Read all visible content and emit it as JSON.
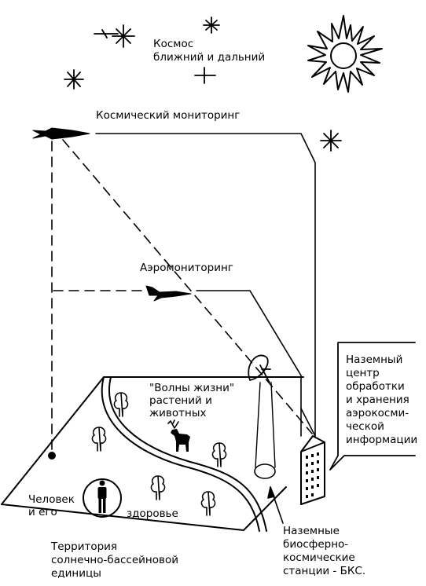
{
  "cosmos_label": "Космос\nближний и дальний",
  "space_monitoring_label": "Космический мониторинг",
  "aero_monitoring_label": "Аэромониторинг",
  "ground_center_label": "Наземный\nцентр\nобработки\nи хранения\nаэрокосми-\nческой\nинформации",
  "life_waves_label": "\"Волны жизни\"\nрастений и\nживотных",
  "human_label_left": "Человек\nи его",
  "human_label_right": "здоровье",
  "territory_label": "Территория\nсолнечно-бассейновой\nединицы",
  "stations_label": "Наземные\nбиосферно-\nкосмические\nстанции - БКС."
}
